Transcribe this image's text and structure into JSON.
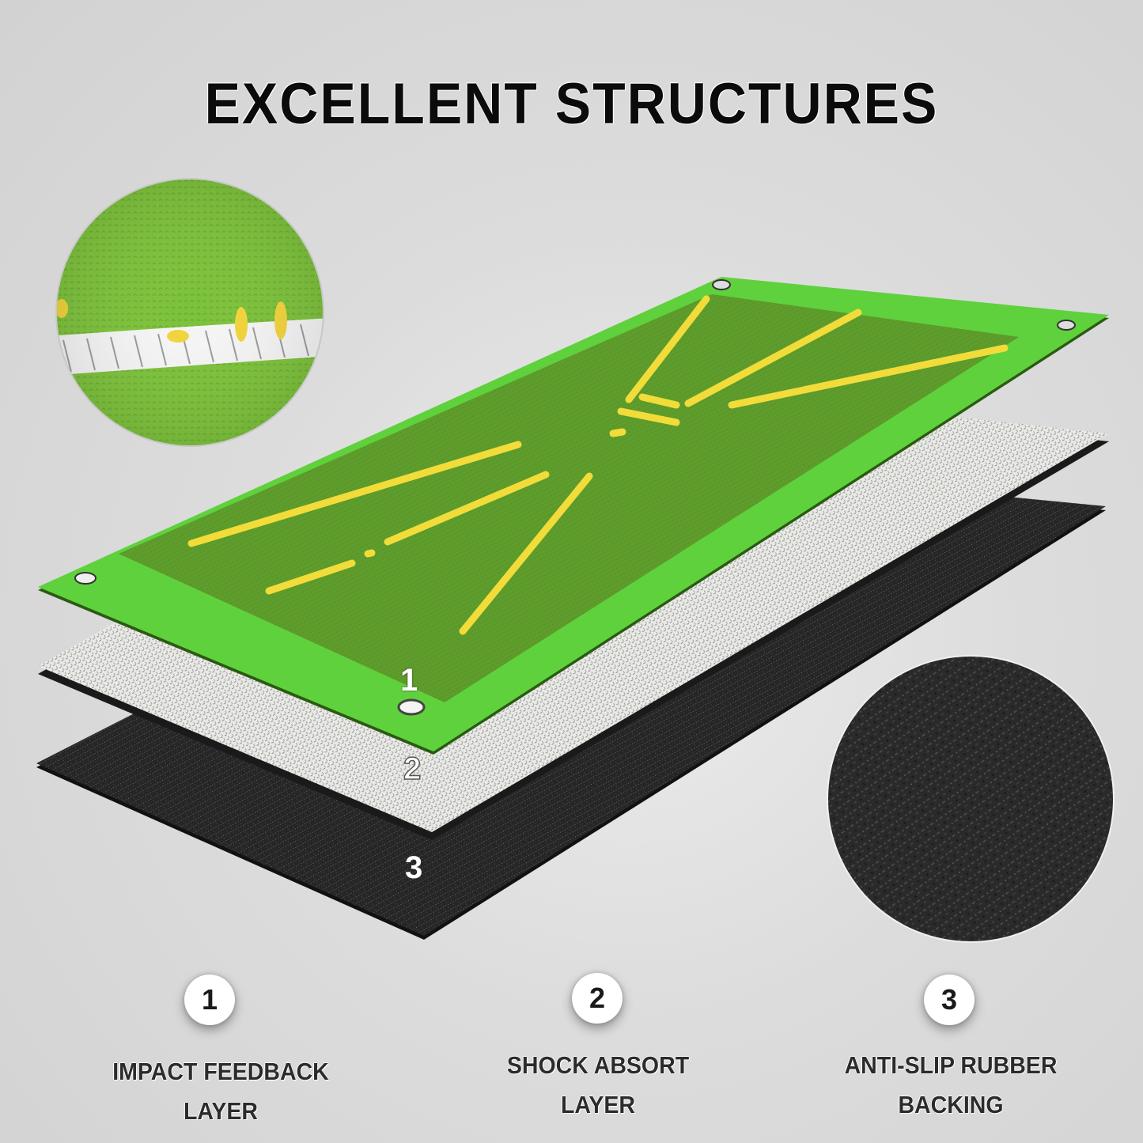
{
  "title": "EXCELLENT STRUCTURES",
  "colors": {
    "background": "#d3d3d3",
    "mat_border_green": "#5fd13c",
    "mat_field_green": "#5c9a2a",
    "guide_line_yellow": "#f2dc3a",
    "shock_layer_white": "#e6e6e2",
    "rubber_layer_black": "#262626",
    "text_dark": "#2b2b2b"
  },
  "layer_markers": [
    {
      "number": "1"
    },
    {
      "number": "2"
    },
    {
      "number": "3"
    }
  ],
  "features": [
    {
      "number": "1",
      "line1": "IMPACT FEEDBACK",
      "line2": "LAYER"
    },
    {
      "number": "2",
      "line1": "SHOCK ABSORT",
      "line2": "LAYER"
    },
    {
      "number": "3",
      "line1": "ANTI-SLIP RUBBER",
      "line2": "BACKING"
    }
  ],
  "detail_circles": [
    {
      "name": "turf-closeup",
      "description": "green turf with white and yellow stitch line"
    },
    {
      "name": "rubber-closeup",
      "description": "black textured rubber"
    }
  ]
}
